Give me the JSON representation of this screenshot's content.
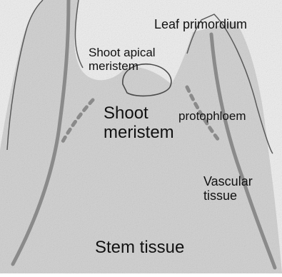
{
  "labels": {
    "leaf_primordium": "Leaf primordium",
    "shoot_apical_meristem": "Shoot apical\nmeristem",
    "shoot_meristem": "Shoot\nmeristem",
    "protophloem": "protophloem",
    "vascular_tissue": "Vascular\ntissue",
    "stem_tissue": "Stem tissue"
  },
  "colors": {
    "tissue": "#cfcfcf",
    "background": "#f2f2f2",
    "vascular_strand": "#8a8a8a",
    "outline": "#5a5a5a",
    "text": "#111111"
  }
}
